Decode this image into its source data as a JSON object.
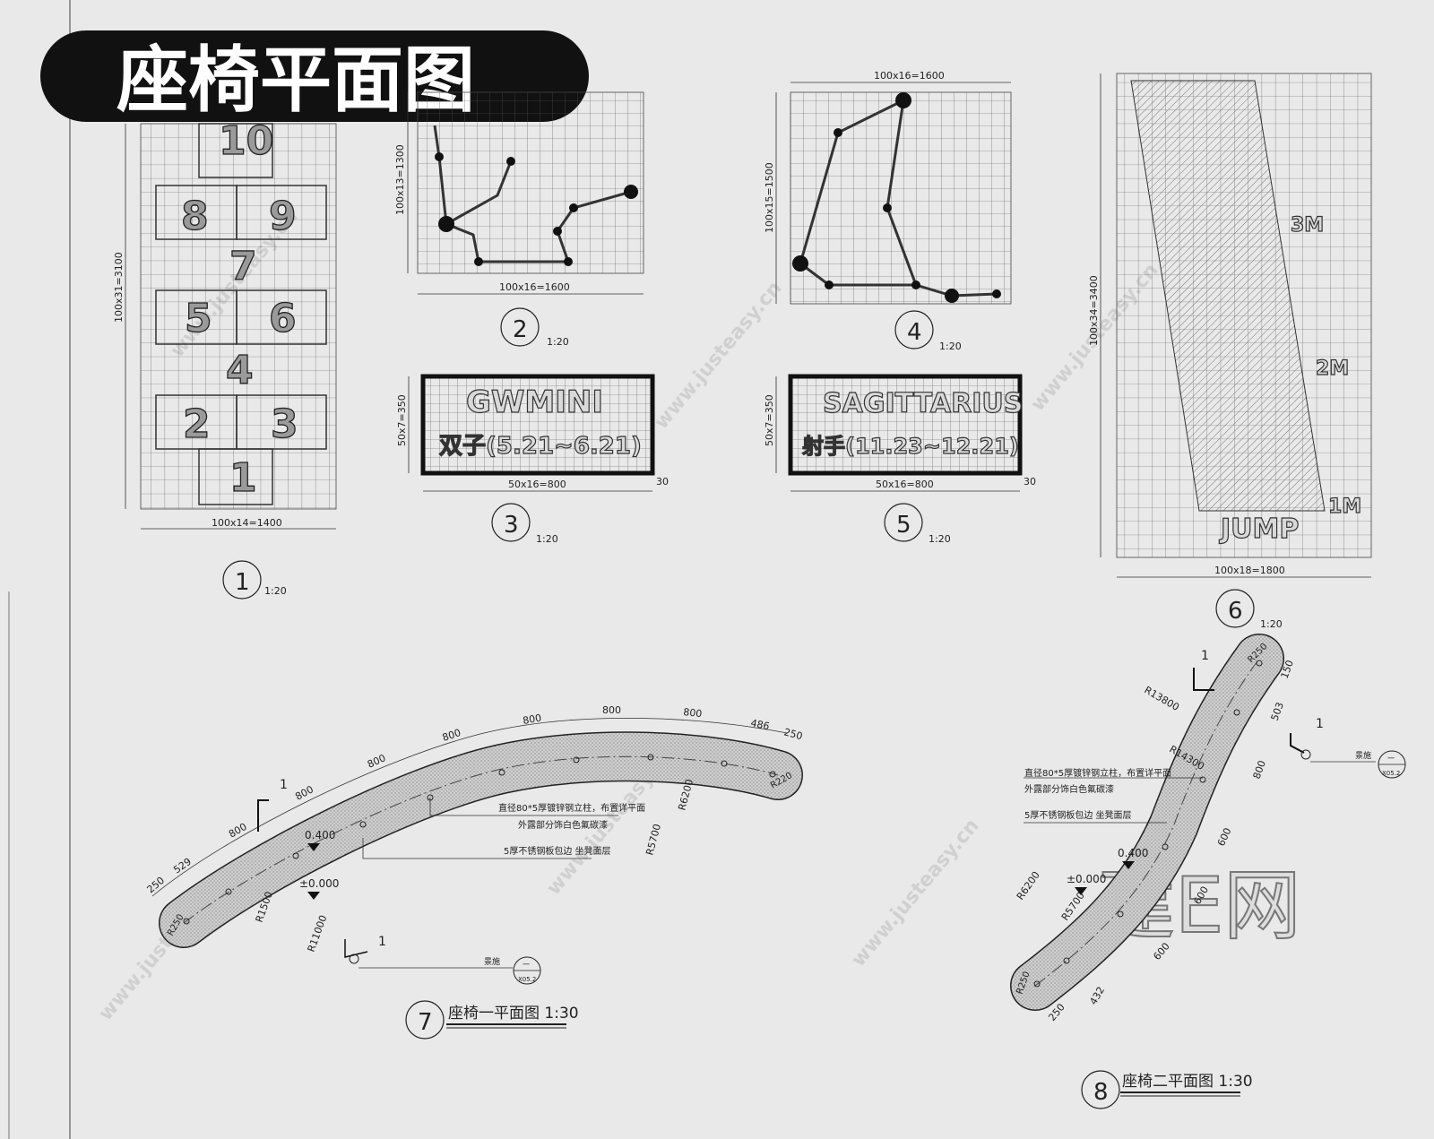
{
  "title": "座椅平面图",
  "watermark": {
    "logo": "建E网",
    "url": "www.justeasy.cn"
  },
  "hopscotch": {
    "numbers": [
      "10",
      "8",
      "9",
      "7",
      "5",
      "6",
      "4",
      "2",
      "3",
      "1"
    ],
    "dim_width": "100x14=1400",
    "dim_height": "100x31=3100",
    "index": "1",
    "scale": "1:20"
  },
  "gemini": {
    "dim_width": "100x16=1600",
    "dim_height": "100x13=1300",
    "index": "2",
    "scale": "1:20"
  },
  "gemini_sign": {
    "name": "GWMINI",
    "subtitle": "双子(5.21~6.21)",
    "dim_width": "50x16=800",
    "dim_height": "50x7=350",
    "dim_side": "30",
    "index": "3",
    "scale": "1:20"
  },
  "sagittarius": {
    "dim_width": "100x16=1600",
    "dim_height": "100x15=1500",
    "index": "4",
    "scale": "1:20"
  },
  "sagittarius_sign": {
    "name": "SAGITTARIUS",
    "subtitle": "射手(11.23~12.21)",
    "dim_width": "50x16=800",
    "dim_height": "50x7=350",
    "dim_side": "30",
    "index": "5",
    "scale": "1:20"
  },
  "jump": {
    "marks": [
      "3M",
      "2M",
      "1M"
    ],
    "label": "JUMP",
    "dim_width": "100x18=1800",
    "dim_height": "100x34=3400",
    "index": "6",
    "scale": "1:20"
  },
  "bench1": {
    "dims": [
      "250",
      "529",
      "800",
      "800",
      "800",
      "800",
      "800",
      "800",
      "800",
      "486",
      "250"
    ],
    "radii": [
      "R1500",
      "R11000",
      "R5700",
      "R6200"
    ],
    "end_r": [
      "R250",
      "R220"
    ],
    "section": "1",
    "level_high": "0.400",
    "level_low": "±0.000",
    "note1a": "直径80*5厚镀锌钢立柱，布置详平面",
    "note1b": "外露部分饰白色氟碳漆",
    "note2": "5厚不锈钢板包边  坐凳面层",
    "ref_top": "一",
    "ref_bottom": "X05.2",
    "ref_text": "景施",
    "index": "7",
    "caption": "座椅一平面图 1:30"
  },
  "bench2": {
    "dims": [
      "150",
      "503",
      "800",
      "600",
      "600",
      "600",
      "432",
      "250"
    ],
    "radii": [
      "R13800",
      "R14300",
      "R6200",
      "R5700"
    ],
    "end_r": [
      "R250",
      "R250"
    ],
    "section": "1",
    "level_high": "0.400",
    "level_low": "±0.000",
    "note1a": "直径80*5厚镀锌钢立柱，布置详平面",
    "note1b": "外露部分饰白色氟碳漆",
    "note2": "5厚不锈钢板包边  坐凳面层",
    "ref_top": "一",
    "ref_bottom": "X05.2",
    "ref_text": "景施",
    "index": "8",
    "caption": "座椅二平面图 1:30"
  }
}
